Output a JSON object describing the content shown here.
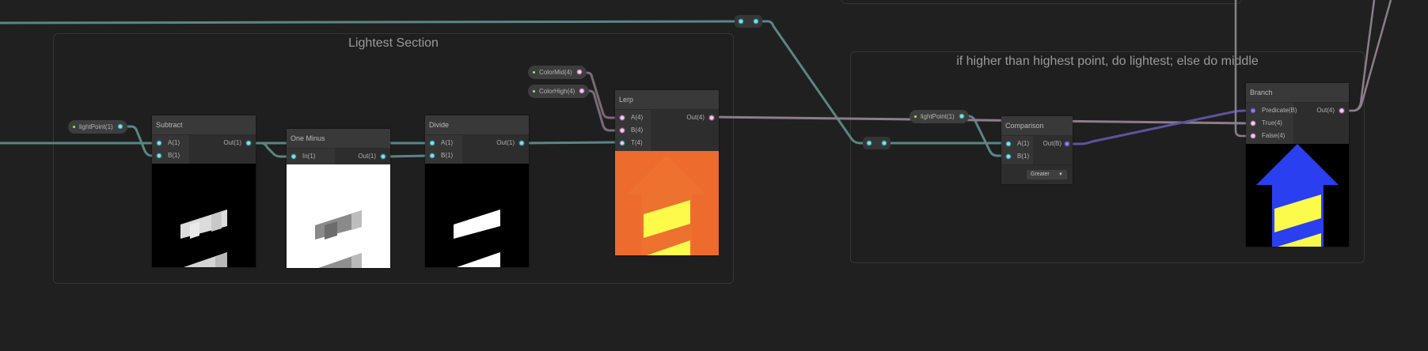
{
  "groups": [
    {
      "title": "Lightest Section"
    },
    {
      "title": "if higher than highest point, do lightest; else do middle"
    }
  ],
  "properties": {
    "light_point_1": "lightPoint(1)",
    "color_mid": "ColorMid(4)",
    "color_high": "ColorHigh(4)",
    "light_point_2": "lightPoint(1)"
  },
  "nodes": {
    "subtract": {
      "title": "Subtract",
      "inputs": [
        "A(1)",
        "B(1)"
      ],
      "output": "Out(1)"
    },
    "one_minus": {
      "title": "One Minus",
      "inputs": [
        "In(1)"
      ],
      "output": "Out(1)"
    },
    "divide": {
      "title": "Divide",
      "inputs": [
        "A(1)",
        "B(1)"
      ],
      "output": "Out(1)"
    },
    "lerp": {
      "title": "Lerp",
      "inputs": [
        "A(4)",
        "B(4)",
        "T(4)"
      ],
      "output": "Out(4)"
    },
    "comparison": {
      "title": "Comparison",
      "inputs": [
        "A(1)",
        "B(1)"
      ],
      "output": "Out(B)",
      "mode": "Greater"
    },
    "branch": {
      "title": "Branch",
      "inputs": [
        "Predicate(B)",
        "True(4)",
        "False(4)"
      ],
      "output": "Out(4)"
    }
  },
  "colors": {
    "background": "#202020",
    "wire_float": "#5b8584",
    "wire_vector4": "#8d7c8c",
    "wire_bool": "#6a5aa8",
    "lerp_preview_base": "#ec6b2d",
    "preview_stripe_yellow": "#fcfa4a",
    "branch_preview_blue": "#2a3ff0"
  },
  "icons": {
    "port_float": "cyan-circle",
    "port_vector4": "pink-circle",
    "port_bool": "purple-circle",
    "property_exposed": "green-dot",
    "dropdown": "caret-down"
  }
}
